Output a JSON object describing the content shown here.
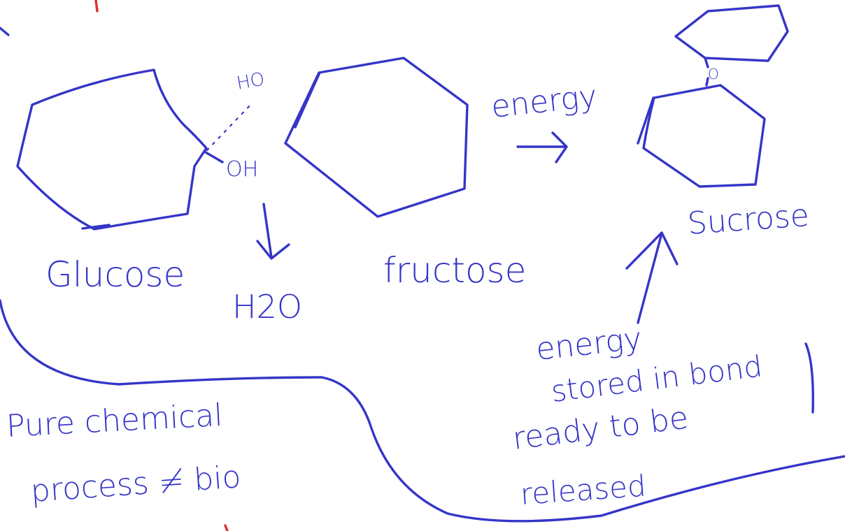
{
  "colors": {
    "ink": "#3535c8",
    "accent_red": "#e0302a",
    "background": "#ffffff"
  },
  "labels": {
    "glucose": "Glucose",
    "fructose": "fructose",
    "sucrose": "Sucrose",
    "ho": "HO",
    "oh": "OH",
    "h2o": "H2O",
    "linking_oxygen": "O",
    "energy_input": "energy",
    "energy_note_line1": "energy",
    "energy_note_line2": "stored in bond",
    "energy_note_line3": "ready to be",
    "energy_note_line4": "released",
    "process_note_line1": "Pure chemical",
    "process_note_line2": "process ≠ bio"
  }
}
